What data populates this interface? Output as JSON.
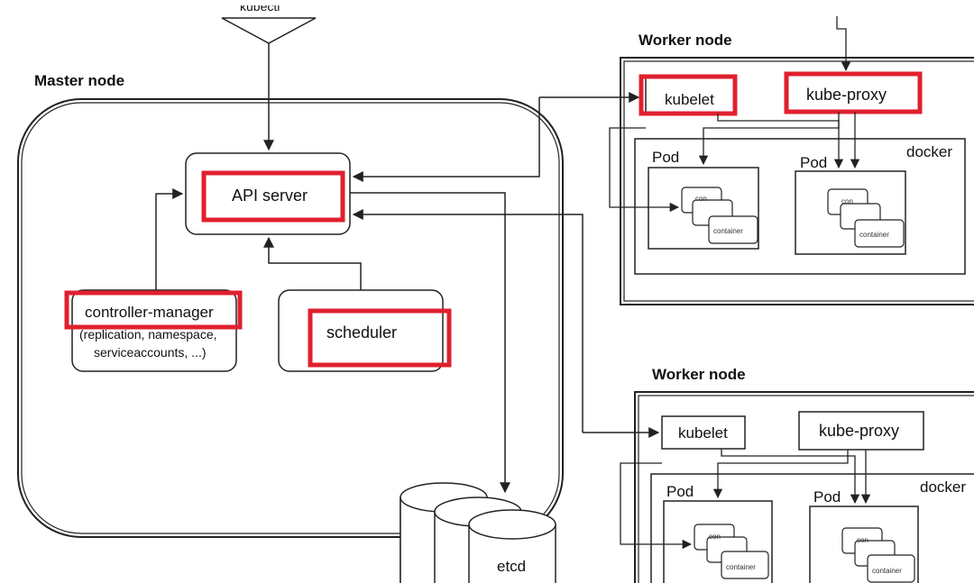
{
  "diagram": {
    "kubectl_label": "kubectl",
    "master": {
      "title": "Master node",
      "api_server": "API server",
      "controller_manager": "controller-manager",
      "controller_manager_detail_1": "(replication, namespace,",
      "controller_manager_detail_2": "serviceaccounts, ...)",
      "scheduler": "scheduler",
      "etcd": "etcd"
    },
    "worker_1": {
      "title": "Worker node",
      "kubelet": "kubelet",
      "kube_proxy": "kube-proxy",
      "docker": "docker",
      "pod_1": "Pod",
      "pod_2": "Pod",
      "container_label": "container",
      "container_label_short": "con"
    },
    "worker_2": {
      "title": "Worker node",
      "kubelet": "kubelet",
      "kube_proxy": "kube-proxy",
      "docker": "docker",
      "pod_1": "Pod",
      "pod_2": "Pod",
      "container_label": "container",
      "container_label_short": "con"
    },
    "highlight_color": "#e0202e",
    "line_color": "#222222"
  }
}
